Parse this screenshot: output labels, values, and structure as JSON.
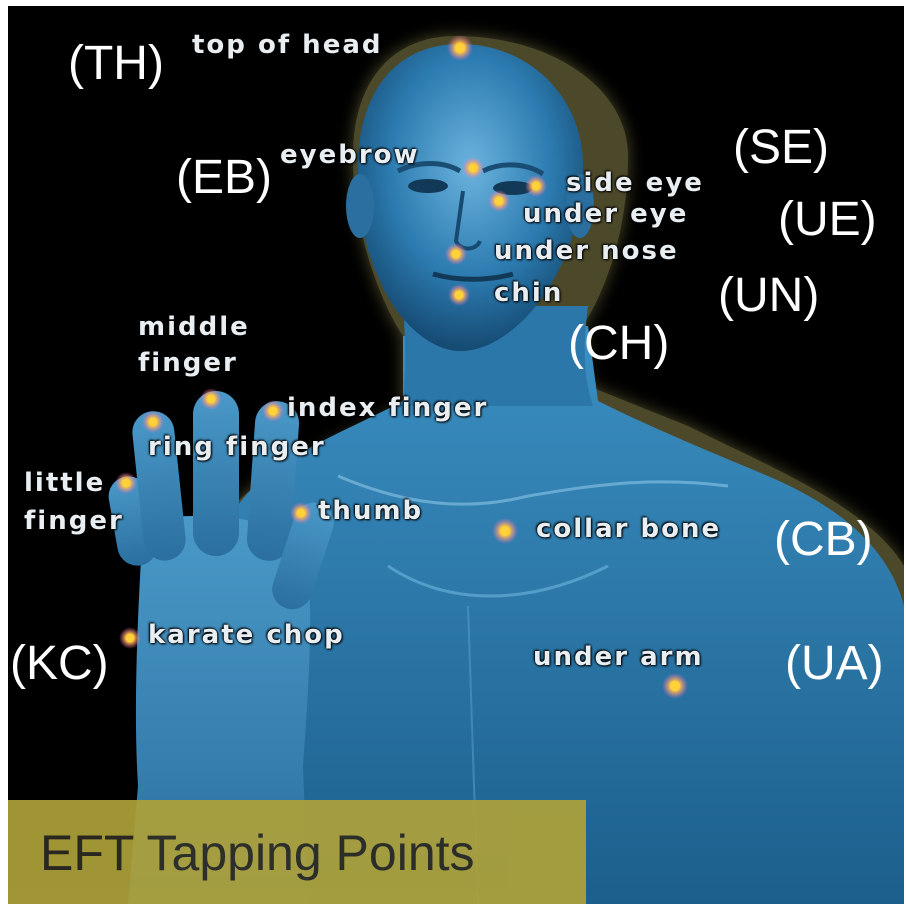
{
  "title": "EFT Tapping Points",
  "colors": {
    "background": "#000000",
    "body": "#2f7fb3",
    "point": "#ffd23a",
    "banner": "#ada13a"
  },
  "points": [
    {
      "id": "top-of-head",
      "label": "top of head",
      "abbr": "(TH)"
    },
    {
      "id": "eyebrow",
      "label": "eyebrow",
      "abbr": "(EB)"
    },
    {
      "id": "side-eye",
      "label": "side eye",
      "abbr": "(SE)"
    },
    {
      "id": "under-eye",
      "label": "under eye",
      "abbr": "(UE)"
    },
    {
      "id": "under-nose",
      "label": "under nose",
      "abbr": "(UN)"
    },
    {
      "id": "chin",
      "label": "chin",
      "abbr": "(CH)"
    },
    {
      "id": "collar-bone",
      "label": "collar bone",
      "abbr": "(CB)"
    },
    {
      "id": "under-arm",
      "label": "under arm",
      "abbr": "(UA)"
    },
    {
      "id": "karate-chop",
      "label": "karate chop",
      "abbr": "(KC)"
    }
  ],
  "finger_points": [
    {
      "id": "middle-finger",
      "label": "middle finger"
    },
    {
      "id": "index-finger",
      "label": "index finger"
    },
    {
      "id": "ring-finger",
      "label": "ring finger"
    },
    {
      "id": "little-finger",
      "label": "little finger"
    },
    {
      "id": "thumb",
      "label": "thumb"
    }
  ],
  "label_parts": {
    "middle_1": "middle",
    "middle_2": "finger",
    "little_1": "little",
    "little_2": "finger"
  }
}
